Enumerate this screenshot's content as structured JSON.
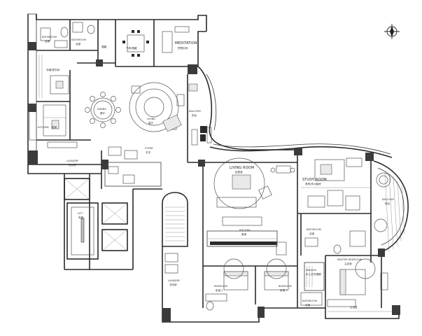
{
  "north_symbol": "north-arrow",
  "colors": {
    "wall": "#2a2a2a",
    "column": "#3b3b3b",
    "furniture": "#555555",
    "background": "#ffffff"
  },
  "rooms": {
    "bathroom_nw": "BATHROOM",
    "bathroom_nw_sub": "浴室",
    "bathroom_small": "BATHROOM",
    "bathroom_small_sub": "浴室",
    "storage": "儲藏",
    "study_top": "书房/储藏",
    "meditation": "MEDITATION",
    "meditation_sub": "冥想空间",
    "closet_nw": "衣帽/更衣间",
    "dining": "DINING",
    "dining_sub": "餐厅",
    "living_main": "LIVING",
    "living_main_sub": "客厅",
    "kitchen_nw": "KITCHEN",
    "kitchen_nw_sub": "厨房",
    "balcony_n": "BALCONY",
    "balcony_n_sub": "阳台",
    "laundry_w": "LAUNDRY",
    "laundry_w_sub": "洗衣房",
    "foyer": "FOYER",
    "foyer_sub": "玄关",
    "lift": "LIFT",
    "lift_sub": "电梯",
    "living_room": "LIVING ROOM",
    "living_room_sub": "起居室",
    "study_room": "STUDY ROOM",
    "study_room_sub": "書房/多功能房",
    "balcony_e": "BALCONY",
    "balcony_e_sub": "阳台",
    "kitchen_c": "KITCHEN",
    "kitchen_c_sub": "厨房",
    "bathroom_c": "BATHROOM",
    "bathroom_c_sub": "浴室",
    "master_bedroom": "MASTER BEDROOM",
    "master_bedroom_sub": "主臥室",
    "walk_in": "WALK-IN",
    "walk_in_sub": "步入式衣帽間",
    "laundry_s": "LAUNDRY",
    "laundry_s_sub": "洗衣房",
    "bedroom1": "BEDROOM",
    "bedroom1_sub": "卧室-1",
    "bedroom2": "BEDROOM",
    "bedroom2_sub": "卧室-2",
    "bathroom_s": "BATHROOM",
    "bathroom_s_sub": "浴室",
    "master_bath": "主浴室"
  }
}
